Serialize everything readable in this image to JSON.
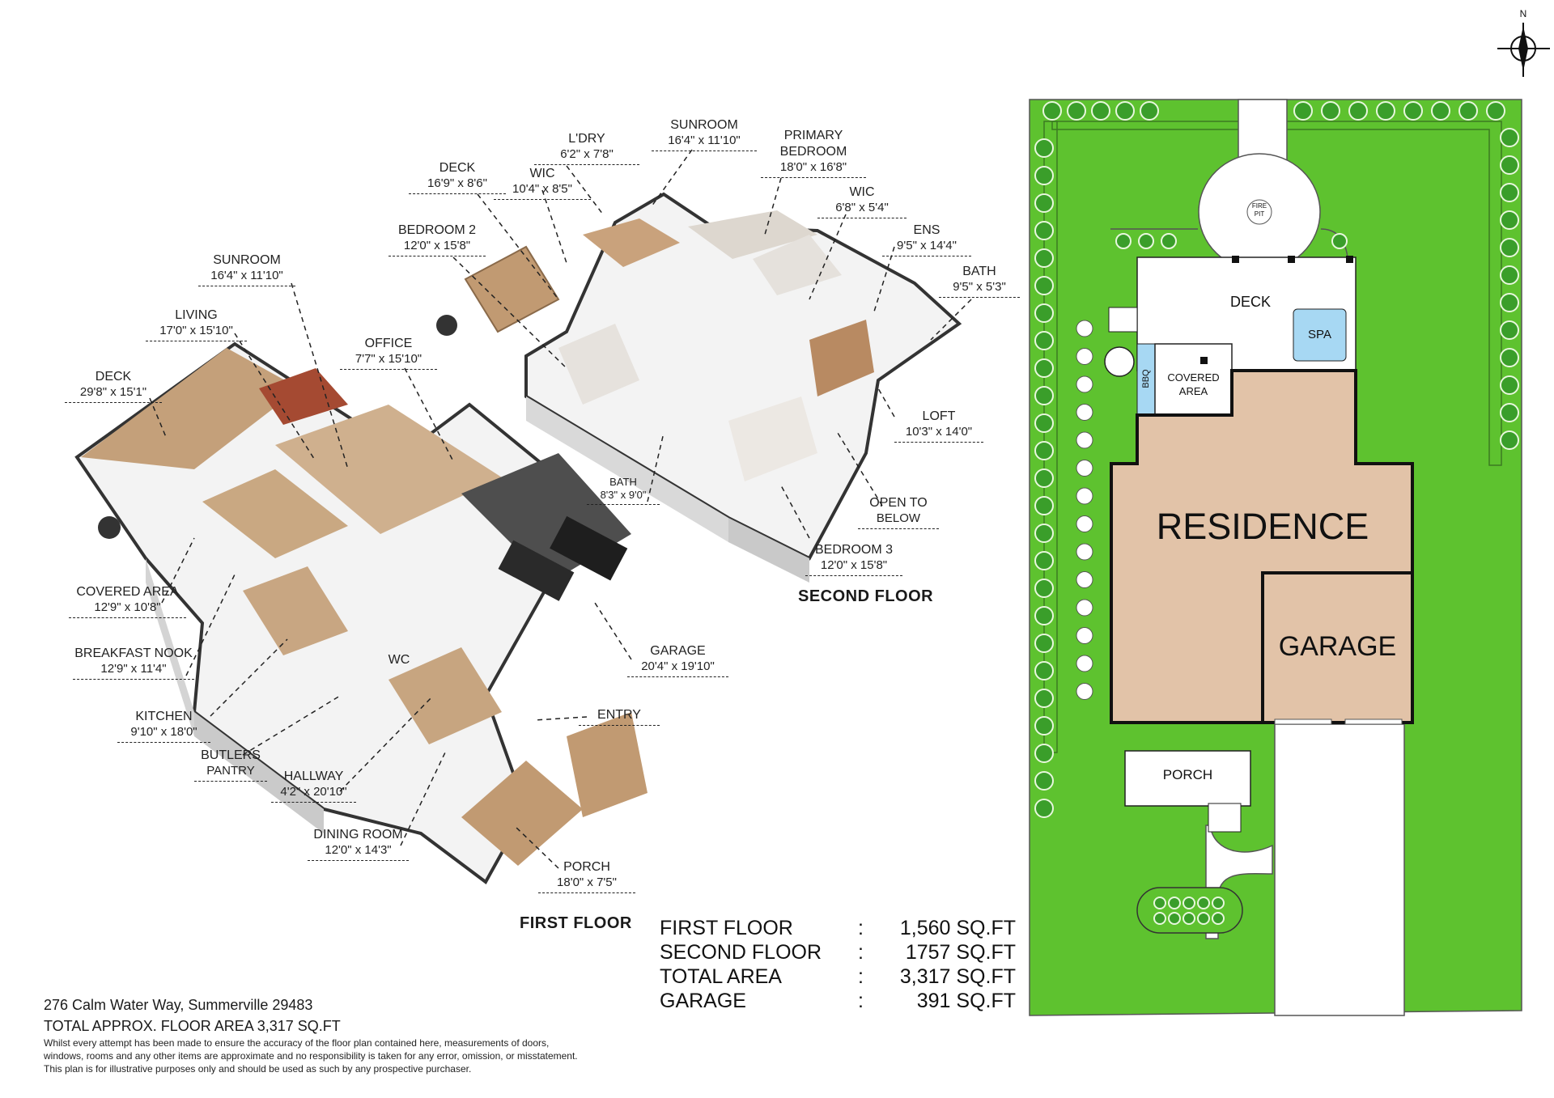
{
  "first_floor_title": "FIRST FLOOR",
  "second_floor_title": "SECOND FLOOR",
  "second_floor_labels": [
    {
      "name": "L'DRY",
      "dim": "6'2\" x 7'8\""
    },
    {
      "name": "SUNROOM",
      "dim": "16'4\" x 11'10\""
    },
    {
      "name": "PRIMARY BEDROOM",
      "dim": "18'0\" x 16'8\""
    },
    {
      "name": "WIC",
      "dim": "10'4\" x 8'5\""
    },
    {
      "name": "DECK",
      "dim": "16'9\" x 8'6\""
    },
    {
      "name": "WIC",
      "dim": "6'8\" x 5'4\""
    },
    {
      "name": "ENS",
      "dim": "9'5\" x 14'4\""
    },
    {
      "name": "BEDROOM 2",
      "dim": "12'0\" x 15'8\""
    },
    {
      "name": "BATH",
      "dim": "9'5\" x 5'3\""
    },
    {
      "name": "LOFT",
      "dim": "10'3\" x 14'0\""
    },
    {
      "name": "BATH",
      "dim": "8'3\" x 9'0\""
    },
    {
      "name": "OPEN TO",
      "dim": "BELOW"
    },
    {
      "name": "BEDROOM 3",
      "dim": "12'0\" x 15'8\""
    }
  ],
  "first_floor_labels": [
    {
      "name": "SUNROOM",
      "dim": "16'4\" x 11'10\""
    },
    {
      "name": "LIVING",
      "dim": "17'0\" x 15'10\""
    },
    {
      "name": "OFFICE",
      "dim": "7'7\" x 15'10\""
    },
    {
      "name": "DECK",
      "dim": "29'8\" x 15'1\""
    },
    {
      "name": "COVERED AREA",
      "dim": "12'9\" x 10'8\""
    },
    {
      "name": "BREAKFAST NOOK",
      "dim": "12'9\" x 11'4\""
    },
    {
      "name": "KITCHEN",
      "dim": "9'10\" x 18'0\""
    },
    {
      "name": "BUTLERS",
      "dim": "PANTRY"
    },
    {
      "name": "HALLWAY",
      "dim": "4'2\" x 20'10\""
    },
    {
      "name": "DINING ROOM",
      "dim": "12'0\" x 14'3\""
    },
    {
      "name": "PORCH",
      "dim": "18'0\" x 7'5\""
    },
    {
      "name": "GARAGE",
      "dim": "20'4\" x 19'10\""
    },
    {
      "name": "ENTRY",
      "dim": ""
    },
    {
      "name": "WC",
      "dim": ""
    }
  ],
  "areas": [
    {
      "label": "FIRST FLOOR",
      "sep": ":",
      "value": "1,560 SQ.FT"
    },
    {
      "label": "SECOND FLOOR",
      "sep": ":",
      "value": "1757 SQ.FT"
    },
    {
      "label": "TOTAL AREA",
      "sep": ":",
      "value": "3,317 SQ.FT"
    },
    {
      "label": "GARAGE",
      "sep": ":",
      "value": "391 SQ.FT"
    }
  ],
  "address": "276 Calm Water Way, Summerville 29483",
  "total_floor_area": "TOTAL APPROX. FLOOR AREA 3,317 SQ.FT",
  "disclaimer": [
    "Whilst every attempt has been made to ensure the accuracy of the floor plan contained here, measurements of doors,",
    "windows, rooms and any other items are approximate and no responsibility is taken for any error, omission, or misstatement.",
    "This plan is for illustrative purposes only and should be used as such by any prospective purchaser."
  ],
  "site_plan": {
    "north": "N",
    "fire_pit": [
      "FIRE",
      "PIT"
    ],
    "deck": "DECK",
    "spa": "SPA",
    "bbq": "BBQ",
    "covered_area": [
      "COVERED",
      "AREA"
    ],
    "residence": "RESIDENCE",
    "garage": "GARAGE",
    "porch": "PORCH",
    "colors": {
      "lawn": "#5ec22f",
      "building": "#e2c3a8",
      "spa": "#a7d8f3",
      "tree": "#3a9e2a"
    }
  }
}
